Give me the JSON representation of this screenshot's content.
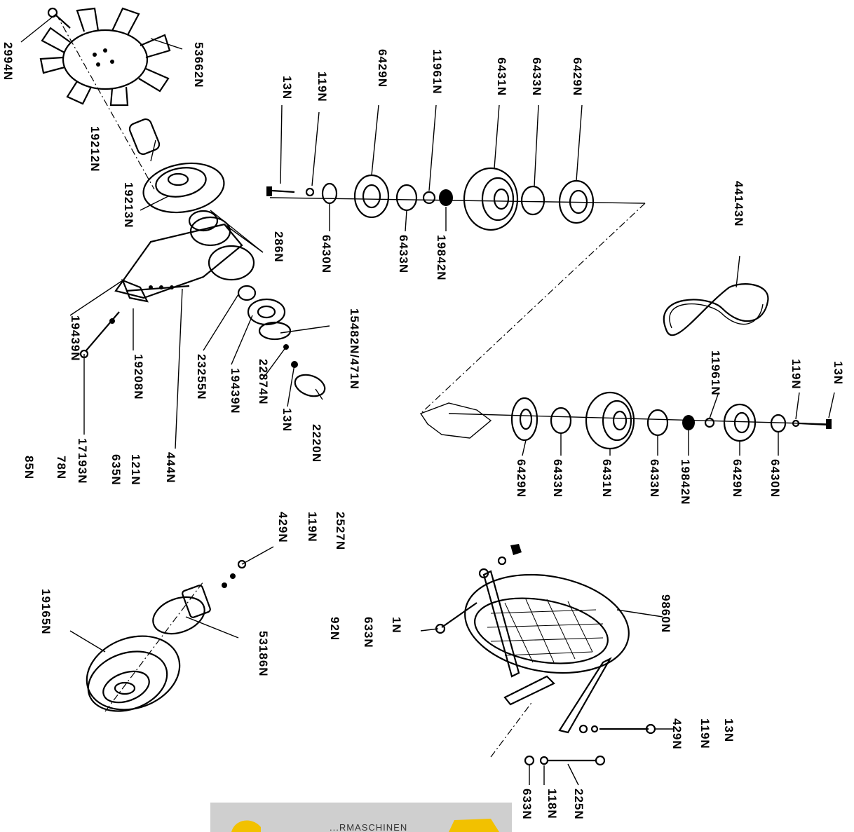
{
  "labels": {
    "l2994n": "2994N",
    "l53662n": "53662N",
    "l19212n": "19212N",
    "l19213n": "19213N",
    "l286n": "286N",
    "l19439n_a": "19439N",
    "l19208n": "19208N",
    "l23255n": "23255N",
    "l19439n_b": "19439N",
    "l22874n": "22874N",
    "l13n_a": "13N",
    "l2220n": "2220N",
    "l15482n": "15482N/471N",
    "l444n": "444N",
    "l121n_a": "121N",
    "l635n": "635N",
    "l17193n": "17193N",
    "l78n": "78N",
    "l85n": "85N",
    "l13n_b": "13N",
    "l119n_a": "119N",
    "l6429n_a": "6429N",
    "l11961n_a": "11961N",
    "l6431n_a": "6431N",
    "l6433n_a": "6433N",
    "l6429n_b": "6429N",
    "l6430n_a": "6430N",
    "l6433n_b": "6433N",
    "l19842n_a": "19842N",
    "l44143n": "44143N",
    "l11961n_b": "11961N",
    "l119n_b": "119N",
    "l13n_c": "13N",
    "l6429n_c": "6429N",
    "l6433n_c": "6433N",
    "l6431n_b": "6431N",
    "l6433n_d": "6433N",
    "l19842n_b": "19842N",
    "l6429n_d": "6429N",
    "l6430n_b": "6430N",
    "l2527n": "2527N",
    "l119n_c": "119N",
    "l429n_a": "429N",
    "l19165n": "19165N",
    "l53186n": "53186N",
    "l1n": "1N",
    "l633n_a": "633N",
    "l92n": "92N",
    "l9860n": "9860N",
    "l13n_d": "13N",
    "l119n_d": "119N",
    "l429n_b": "429N",
    "l225n": "225N",
    "l118n": "118N",
    "l633n_b": "633N"
  },
  "banner": {
    "text": "...RMASCHINEN"
  },
  "colors": {
    "ink": "#000000",
    "paper": "#ffffff",
    "banner_bg": "#cfcfcf",
    "banner_logo": "#f2c100"
  }
}
